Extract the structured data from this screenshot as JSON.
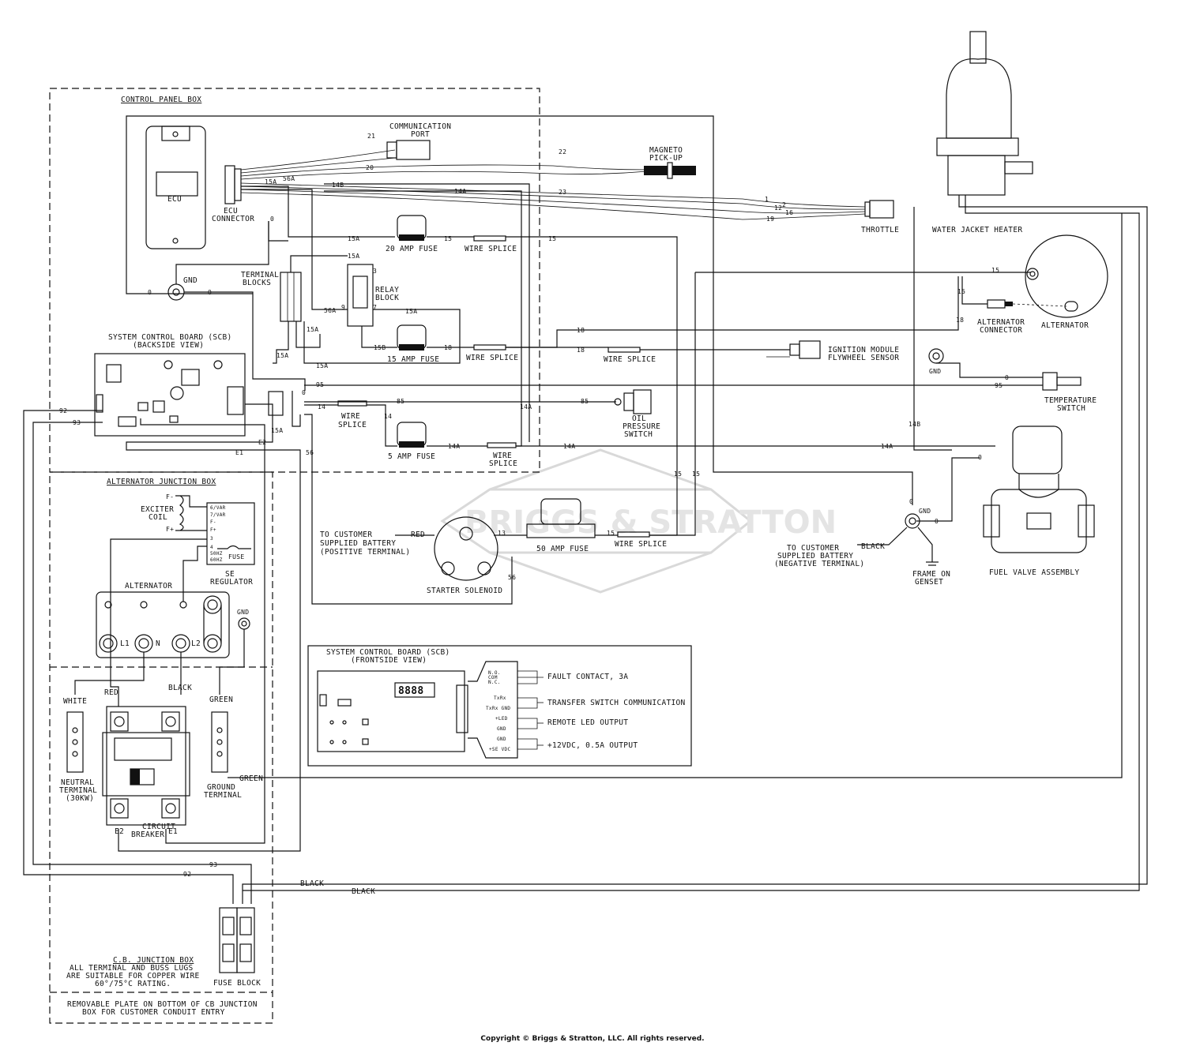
{
  "boxes": {
    "control_panel": "CONTROL PANEL BOX",
    "alternator_junction": "ALTERNATOR JUNCTION BOX",
    "cb_junction": "C.B. JUNCTION BOX",
    "cb_note_1": "ALL TERMINAL AND BUSS LUGS",
    "cb_note_2": "ARE SUITABLE FOR COPPER WIRE",
    "cb_note_3": "60°/75°C RATING.",
    "removable_1": "REMOVABLE PLATE ON BOTTOM OF CB JUNCTION",
    "removable_2": "BOX FOR CUSTOMER CONDUIT ENTRY"
  },
  "components": {
    "ecu": "ECU",
    "ecu_connector_1": "ECU",
    "ecu_connector_2": "CONNECTOR",
    "comm_port_1": "COMMUNICATION",
    "comm_port_2": "PORT",
    "magneto_1": "MAGNETO",
    "magneto_2": "PICK-UP",
    "throttle": "THROTTLE",
    "water_heater": "WATER JACKET HEATER",
    "gnd": "GND",
    "terminal_blocks_1": "TERMINAL",
    "terminal_blocks_2": "BLOCKS",
    "relay_1": "RELAY",
    "relay_2": "BLOCK",
    "fuse20": "20 AMP FUSE",
    "fuse15": "15 AMP FUSE",
    "fuse5": "5 AMP FUSE",
    "fuse50": "50 AMP FUSE",
    "wire_splice": "WIRE SPLICE",
    "wire_1": "WIRE",
    "splice_1": "SPLICE",
    "alternator": "ALTERNATOR",
    "alt_connector_1": "ALTERNATOR",
    "alt_connector_2": "CONNECTOR",
    "ignition_1": "IGNITION MODULE",
    "ignition_2": "FLYWHEEL SENSOR",
    "temp_1": "TEMPERATURE",
    "temp_2": "SWITCH",
    "oil_1": "OIL",
    "oil_2": "PRESSURE",
    "oil_3": "SWITCH",
    "scb_back_1": "SYSTEM CONTROL BOARD (SCB)",
    "scb_back_2": "(BACKSIDE VIEW)",
    "scb_front_1": "SYSTEM CONTROL BOARD (SCB)",
    "scb_front_2": "(FRONTSIDE VIEW)",
    "fault": "FAULT CONTACT, 3A",
    "transfer": "TRANSFER SWITCH COMMUNICATION",
    "remote_led": "REMOTE LED OUTPUT",
    "out12": "+12VDC, 0.5A OUTPUT",
    "starter": "STARTER SOLENOID",
    "batt_pos_1": "TO CUSTOMER",
    "batt_pos_2": "SUPPLIED BATTERY",
    "batt_pos_3": "(POSITIVE TERMINAL)",
    "batt_neg_1": "TO CUSTOMER",
    "batt_neg_2": "SUPPLIED BATTERY",
    "batt_neg_3": "(NEGATIVE TERMINAL)",
    "frame_1": "FRAME ON",
    "frame_2": "GENSET",
    "fuel_valve": "FUEL VALVE ASSEMBLY",
    "exciter_1": "EXCITER",
    "exciter_2": "COIL",
    "fuse_small": "FUSE",
    "se_1": "SE",
    "se_2": "REGULATOR",
    "alternator_term": "ALTERNATOR",
    "neutral_1": "NEUTRAL",
    "neutral_2": "TERMINAL",
    "neutral_3": "(30KW)",
    "ground_1": "GROUND",
    "ground_2": "TERMINAL",
    "cb_1": "CIRCUIT",
    "cb_2": "BREAKER",
    "fuse_block": "FUSE BLOCK",
    "red": "RED",
    "black": "BLACK",
    "white": "WHITE",
    "green": "GREEN"
  },
  "wires": {
    "w0": "0",
    "w1": "1",
    "w2": "2",
    "w12": "12",
    "w13": "13",
    "w14": "14",
    "w14a": "14A",
    "w14b": "14B",
    "w15": "15",
    "w15a": "15A",
    "w15b": "15B",
    "w16": "16",
    "w18": "18",
    "w19": "19",
    "w20": "20",
    "w21": "21",
    "w22": "22",
    "w23": "23",
    "w56": "56",
    "w56a": "56A",
    "w85": "85",
    "w92": "92",
    "w93": "93",
    "w95": "95",
    "e1": "E1",
    "e2": "E2",
    "l1": "L1",
    "l2": "L2",
    "n": "N",
    "f_minus": "F-",
    "f_plus": "F+",
    "r3": "3",
    "r7": "7",
    "r9": "9"
  },
  "reg_pins": [
    "6/VAR",
    "7/VAR",
    "F-",
    "F+",
    "3",
    "4",
    "50HZ",
    "60HZ"
  ],
  "scb_pins": [
    "N.O.",
    "COM",
    "N.C.",
    "TxRx",
    "TxRx GND",
    "+LED",
    "GND",
    "GND",
    "+SE VDC"
  ],
  "watermark": "BRIGGS & STRATTON",
  "copyright": "Copyright © Briggs & Stratton, LLC. All rights reserved."
}
